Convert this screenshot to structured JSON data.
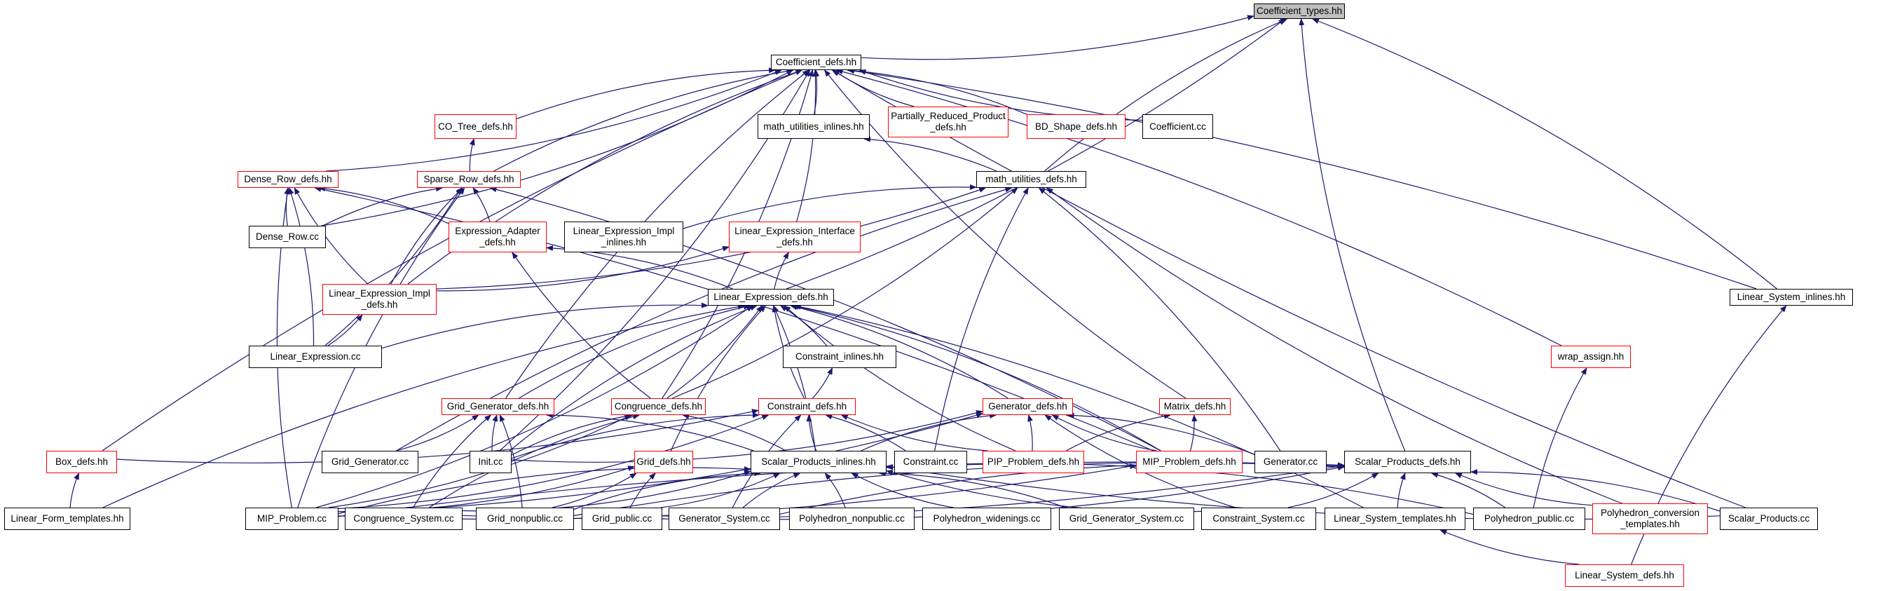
{
  "diagram": {
    "type": "include-dependency-graph",
    "edge_color": "#191970",
    "node_border_default": "#000000",
    "node_border_incomplete": "#ff0000",
    "root_fill": "#bfbfbf",
    "nodes": {
      "coefficient_types": {
        "label": "Coefficient_types.hh"
      },
      "coefficient_defs": {
        "label": "Coefficient_defs.hh"
      },
      "co_tree_defs": {
        "label": "CO_Tree_defs.hh"
      },
      "math_utilities_inlines": {
        "label": "math_utilities_inlines.hh"
      },
      "partially_reduced_product_defs": {
        "label": "Partially_Reduced_Product\n_defs.hh"
      },
      "bd_shape_defs": {
        "label": "BD_Shape_defs.hh"
      },
      "coefficient_cc": {
        "label": "Coefficient.cc"
      },
      "dense_row_defs": {
        "label": "Dense_Row_defs.hh"
      },
      "sparse_row_defs": {
        "label": "Sparse_Row_defs.hh"
      },
      "math_utilities_defs": {
        "label": "math_utilities_defs.hh"
      },
      "dense_row_cc": {
        "label": "Dense_Row.cc"
      },
      "expression_adapter_defs": {
        "label": "Expression_Adapter\n_defs.hh"
      },
      "linear_expression_impl_inlines": {
        "label": "Linear_Expression_Impl\n_inlines.hh"
      },
      "linear_expression_interface_defs": {
        "label": "Linear_Expression_Interface\n_defs.hh"
      },
      "linear_expression_impl_defs": {
        "label": "Linear_Expression_Impl\n_defs.hh"
      },
      "linear_expression_defs": {
        "label": "Linear_Expression_defs.hh"
      },
      "linear_system_inlines": {
        "label": "Linear_System_inlines.hh"
      },
      "linear_expression_cc": {
        "label": "Linear_Expression.cc"
      },
      "constraint_inlines": {
        "label": "Constraint_inlines.hh"
      },
      "wrap_assign": {
        "label": "wrap_assign.hh"
      },
      "grid_generator_defs": {
        "label": "Grid_Generator_defs.hh"
      },
      "congruence_defs": {
        "label": "Congruence_defs.hh"
      },
      "constraint_defs": {
        "label": "Constraint_defs.hh"
      },
      "generator_defs": {
        "label": "Generator_defs.hh"
      },
      "matrix_defs": {
        "label": "Matrix_defs.hh"
      },
      "box_defs": {
        "label": "Box_defs.hh"
      },
      "grid_generator_cc": {
        "label": "Grid_Generator.cc"
      },
      "init_cc": {
        "label": "Init.cc"
      },
      "grid_defs": {
        "label": "Grid_defs.hh"
      },
      "scalar_products_inlines": {
        "label": "Scalar_Products_inlines.hh"
      },
      "constraint_cc": {
        "label": "Constraint.cc"
      },
      "pip_problem_defs": {
        "label": "PIP_Problem_defs.hh"
      },
      "mip_problem_defs": {
        "label": "MIP_Problem_defs.hh"
      },
      "generator_cc": {
        "label": "Generator.cc"
      },
      "scalar_products_defs": {
        "label": "Scalar_Products_defs.hh"
      },
      "linear_form_templates": {
        "label": "Linear_Form_templates.hh"
      },
      "mip_problem_cc": {
        "label": "MIP_Problem.cc"
      },
      "congruence_system_cc": {
        "label": "Congruence_System.cc"
      },
      "grid_nonpublic_cc": {
        "label": "Grid_nonpublic.cc"
      },
      "grid_public_cc": {
        "label": "Grid_public.cc"
      },
      "generator_system_cc": {
        "label": "Generator_System.cc"
      },
      "polyhedron_nonpublic_cc": {
        "label": "Polyhedron_nonpublic.cc"
      },
      "polyhedron_widenings_cc": {
        "label": "Polyhedron_widenings.cc"
      },
      "grid_generator_system_cc": {
        "label": "Grid_Generator_System.cc"
      },
      "constraint_system_cc": {
        "label": "Constraint_System.cc"
      },
      "linear_system_templates": {
        "label": "Linear_System_templates.hh"
      },
      "polyhedron_public_cc": {
        "label": "Polyhedron_public.cc"
      },
      "polyhedron_conversion_templates": {
        "label": "Polyhedron_conversion\n_templates.hh"
      },
      "scalar_products_cc": {
        "label": "Scalar_Products.cc"
      },
      "linear_system_defs": {
        "label": "Linear_System_defs.hh"
      }
    }
  }
}
